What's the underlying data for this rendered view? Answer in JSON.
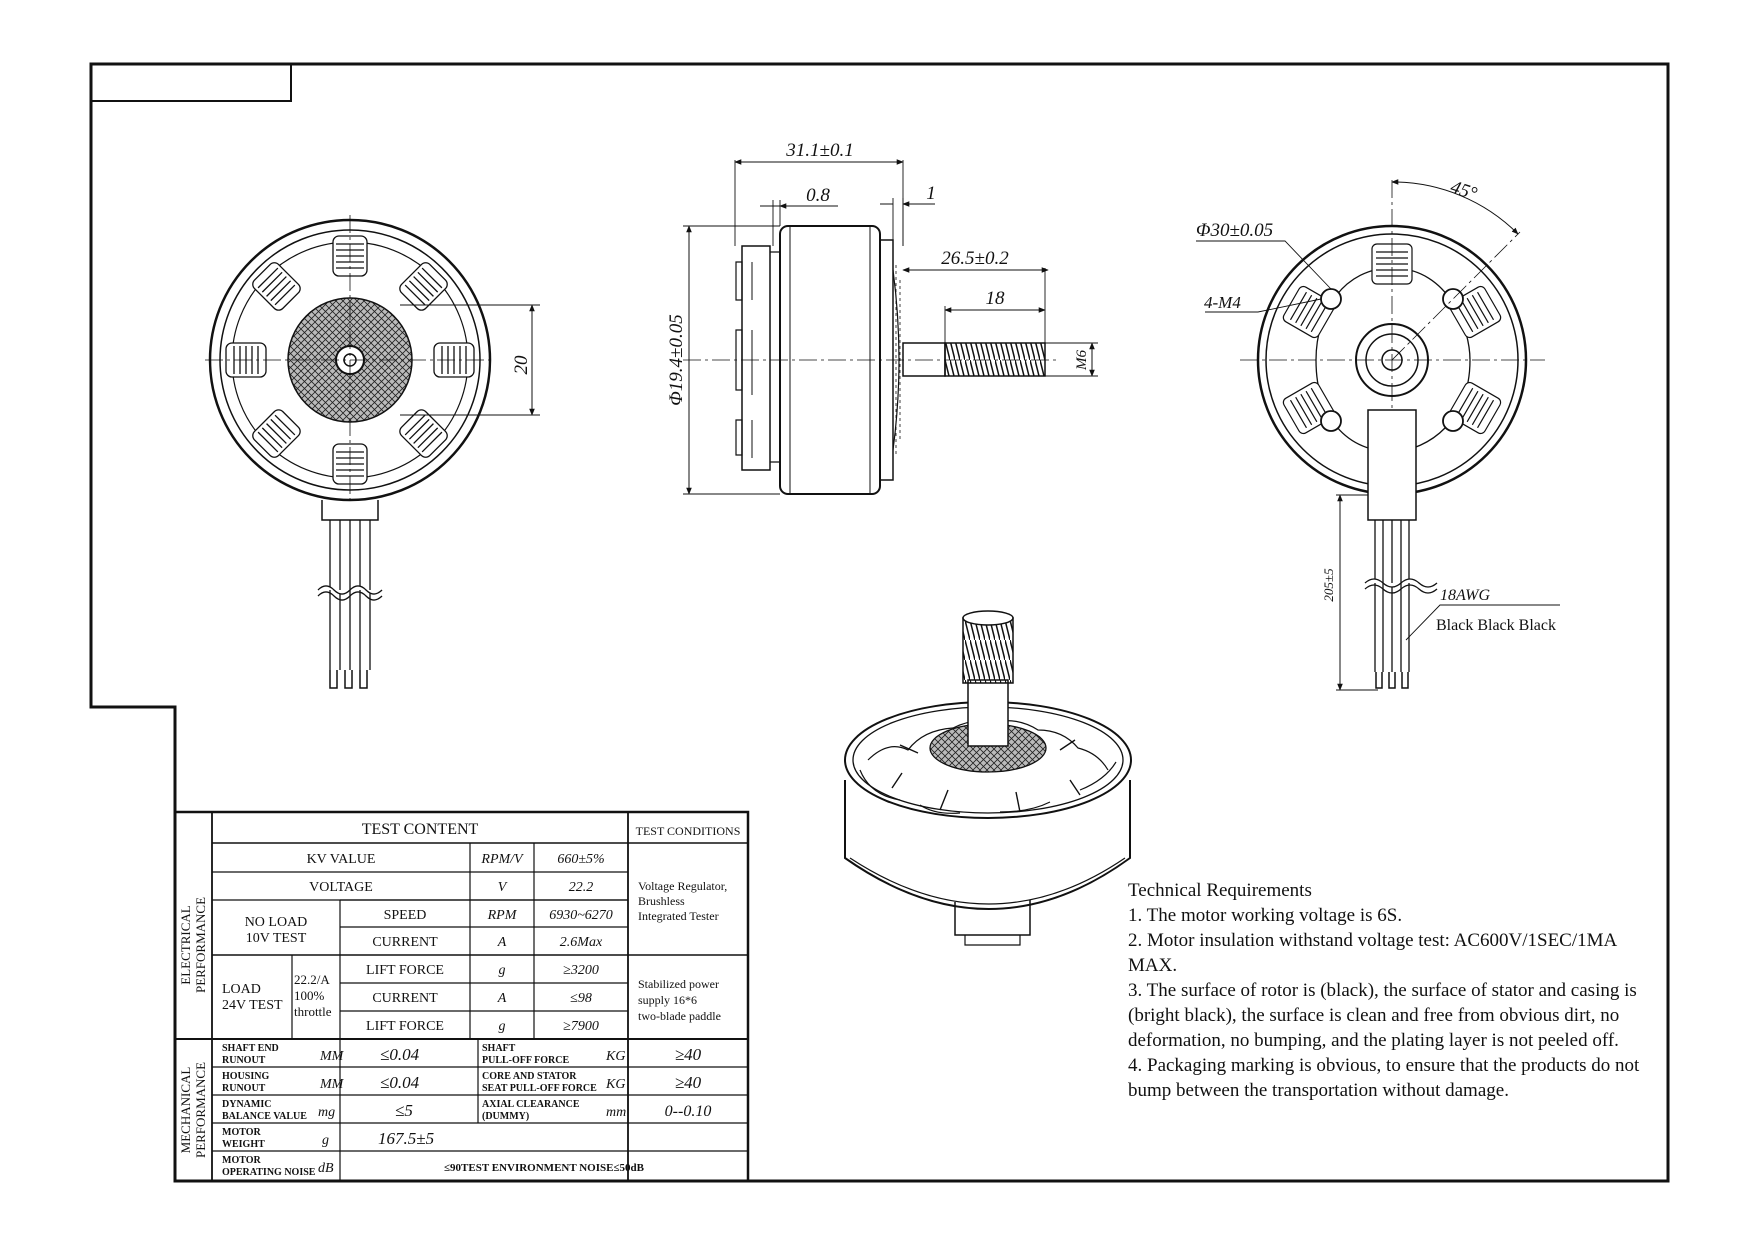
{
  "front_view": {
    "dim_20": "20"
  },
  "side_view": {
    "dim_overall_length": "31.1±0.1",
    "dim_small": "0.8",
    "dim_gap": "1",
    "dim_shaft": "26.5±0.2",
    "dim_thread": "18",
    "dim_diameter": "Φ19.4±0.05",
    "thread_spec": "M6"
  },
  "back_view": {
    "angle": "45°",
    "dim_bolt_circle": "Φ30±0.05",
    "holes": "4-M4",
    "lead_length": "205±5",
    "wire_gauge": "18AWG",
    "wire_colors": "Black Black Black"
  },
  "test_table": {
    "header_content": "TEST CONTENT",
    "header_conditions": "TEST CONDITIONS",
    "group_electrical": [
      "ELECTRICAL",
      "PERFORMANCE"
    ],
    "group_mechanical": [
      "MECHANICAL",
      "PERFORMANCE"
    ],
    "kv_label": "KV VALUE",
    "kv_unit": "RPM/V",
    "kv_value": "660±5%",
    "voltage_label": "VOLTAGE",
    "voltage_unit": "V",
    "voltage_value": "22.2",
    "noload_label": [
      "NO LOAD",
      "10V TEST"
    ],
    "speed_label": "SPEED",
    "speed_unit": "RPM",
    "speed_value": "6930~6270",
    "current_label": "CURRENT",
    "current_unit": "A",
    "current_value": "2.6Max",
    "cond_1": [
      "Voltage Regulator,",
      "Brushless",
      "Integrated Tester"
    ],
    "load_label": [
      "LOAD",
      "24V TEST"
    ],
    "load_sub": [
      "22.2/A",
      "100%",
      "throttle"
    ],
    "lift1_label": "LIFT FORCE",
    "lift1_unit": "g",
    "lift1_value": "≥3200",
    "current2_label": "CURRENT",
    "current2_unit": "A",
    "current2_value": "≤98",
    "lift2_label": "LIFT FORCE",
    "lift2_unit": "g",
    "lift2_value": "≥7900",
    "cond_2": [
      "Stabilized power",
      "supply 16*6",
      "two-blade paddle"
    ],
    "m1_label": [
      "SHAFT END",
      "RUNOUT"
    ],
    "m1_unit": "MM",
    "m1_value": "≤0.04",
    "m1r_label": [
      "SHAFT",
      "PULL-OFF FORCE"
    ],
    "m1r_unit": "KG",
    "m1r_value": "≥40",
    "m2_label": [
      "HOUSING",
      "RUNOUT"
    ],
    "m2_unit": "MM",
    "m2_value": "≤0.04",
    "m2r_label": [
      "CORE AND STATOR",
      "SEAT PULL-OFF FORCE"
    ],
    "m2r_unit": "KG",
    "m2r_value": "≥40",
    "m3_label": [
      "DYNAMIC",
      "BALANCE VALUE"
    ],
    "m3_unit": "mg",
    "m3_value": "≤5",
    "m3r_label": [
      "AXIAL CLEARANCE",
      "(DUMMY)"
    ],
    "m3r_unit": "mm",
    "m3r_value": "0--0.10",
    "m4_label": [
      "MOTOR",
      "WEIGHT"
    ],
    "m4_unit": "g",
    "m4_value": "167.5±5",
    "m5_label": [
      "MOTOR",
      "OPERATING NOISE"
    ],
    "m5_unit": "dB",
    "m5_value": "≤90TEST ENVIRONMENT NOISE≤50dB"
  },
  "requirements": {
    "title": "Technical Requirements",
    "items": [
      "1. The motor working voltage is 6S.",
      "2. Motor insulation withstand voltage test: AC600V/1SEC/1MA MAX.",
      "3. The surface of rotor is (black), the surface of stator and casing is (bright black), the surface is clean and free from obvious dirt, no deformation, no bumping, and the plating layer is not peeled off.",
      "4. Packaging marking is obvious, to ensure that the products do not bump between the transportation without damage."
    ]
  }
}
